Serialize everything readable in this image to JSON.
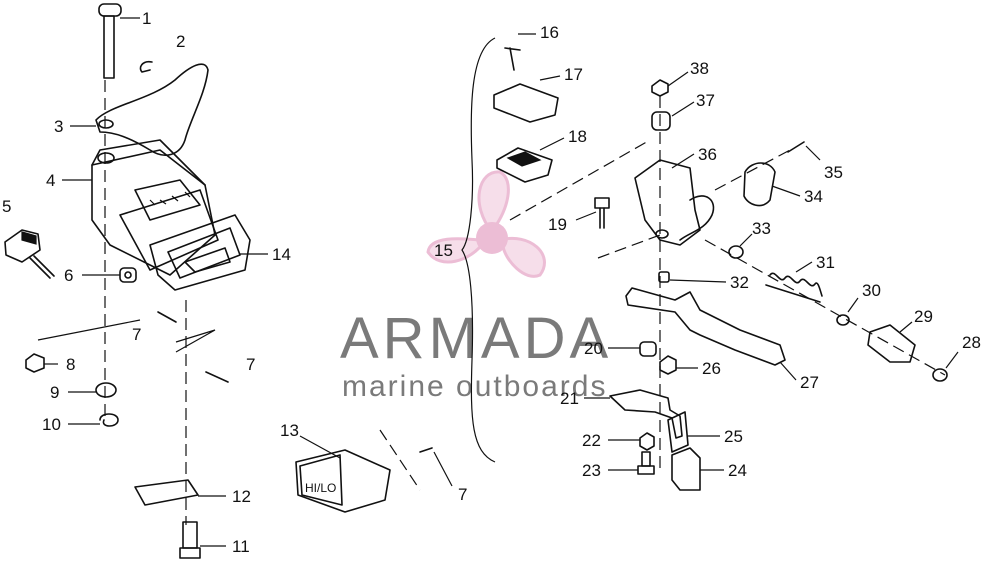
{
  "watermark": {
    "brand": "ARMADA",
    "tagline": "marine outboards",
    "brand_color": "#7a7a7a",
    "logo_color": "#e6a8c8"
  },
  "switch_label": "HI/LO",
  "callouts": [
    "1",
    "2",
    "3",
    "4",
    "5",
    "6",
    "7",
    "8",
    "9",
    "10",
    "11",
    "12",
    "13",
    "14",
    "15",
    "16",
    "17",
    "18",
    "19",
    "20",
    "21",
    "22",
    "23",
    "24",
    "25",
    "26",
    "27",
    "28",
    "29",
    "30",
    "31",
    "32",
    "33",
    "34",
    "35",
    "36",
    "37",
    "38"
  ],
  "callout_7": "7"
}
